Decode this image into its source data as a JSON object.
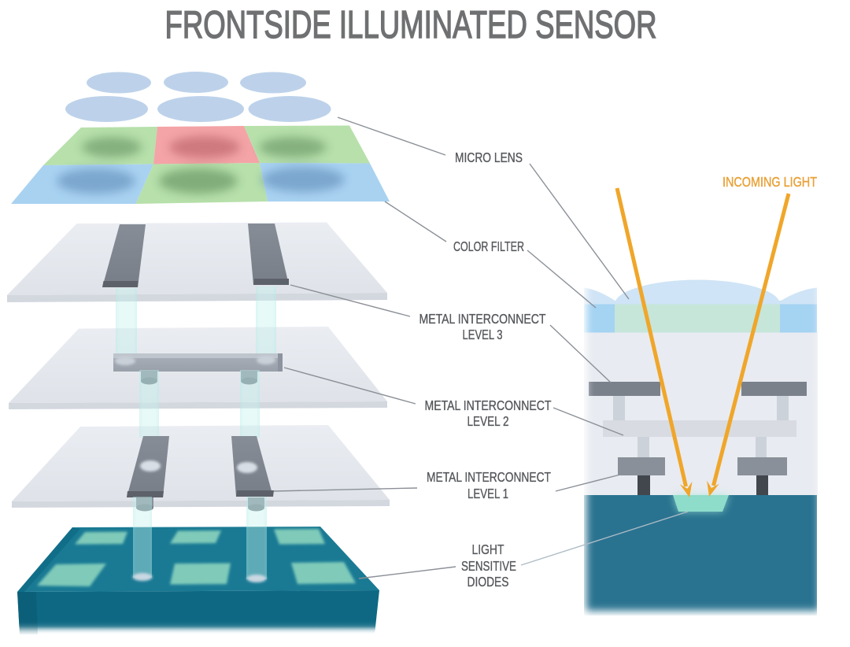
{
  "diagram": {
    "title": "FRONTSIDE ILLUMINATED SENSOR",
    "annotations": {
      "micro_lens": {
        "label": "MICRO LENS"
      },
      "color_filter": {
        "label": "COLOR FILTER"
      },
      "metal_interconnect_level_3": {
        "label_line1": "METAL INTERCONNECT",
        "label_line2": "LEVEL 3"
      },
      "metal_interconnect_level_2": {
        "label_line1": "METAL INTERCONNECT",
        "label_line2": "LEVEL 2"
      },
      "metal_interconnect_level_1": {
        "label_line1": "METAL INTERCONNECT",
        "label_line2": "LEVEL 1"
      },
      "light_sensitive_diodes": {
        "label_line1": "LIGHT",
        "label_line2": "SENSITIVE",
        "label_line3": "DIODES"
      },
      "incoming_light": {
        "label": "INCOMING LIGHT"
      }
    },
    "colors": {
      "title_gray": "#6f7072",
      "label_gray": "#55575b",
      "leader_line": "#8b9097",
      "leader_line_light": "#aebcc6",
      "ray_orange": "#f0a62a",
      "incoming_light_text": "#e9a23a",
      "lens_blue": "#bdd2ea",
      "filter_green": "#b7e0ab",
      "filter_red": "#f4a4a7",
      "filter_blue": "#a9d2f1",
      "slab_gray": "#e5e8ee",
      "metal_dark": "#7b818b",
      "box_top_teal": "#1a7a94",
      "box_front_teal": "#0e6883",
      "diode_square_teal": "#7fcab9",
      "substrate_teal": "#2a7390",
      "cross_oxide": "#e8ebf1",
      "cross_filter_green": "#c6e6da",
      "cross_filter_blue": "#a5d3f2",
      "cross_dome_blue": "#cfe4f6",
      "diode_mint": "#8edcca"
    }
  }
}
